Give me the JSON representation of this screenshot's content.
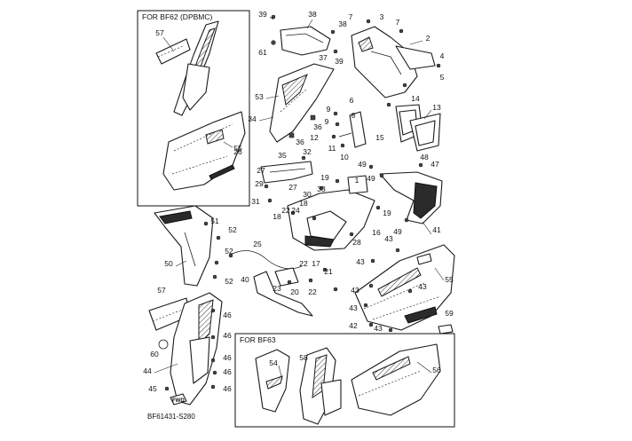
{
  "boxes": {
    "bf62_title": "FOR BF62 (DPBMC)",
    "bf63_title": "FOR BF63"
  },
  "drawing_code": "BF61431-S280",
  "fwd_label": "FWD",
  "callouts": {
    "n1": "1",
    "n2": "2",
    "n3": "3",
    "n4": "4",
    "n5": "5",
    "n6": "6",
    "n7a": "7",
    "n7b": "7",
    "n8": "8",
    "n9a": "9",
    "n9b": "9",
    "n10": "10",
    "n11": "11",
    "n12": "12",
    "n13": "13",
    "n14": "14",
    "n15": "15",
    "n16": "16",
    "n17": "17",
    "n18": "18",
    "n19a": "19",
    "n19b": "19",
    "n20": "20",
    "n21": "21",
    "n22a": "22",
    "n22b": "22",
    "n22c": "22",
    "n23": "23",
    "n24": "24",
    "n25": "25",
    "n26": "26",
    "n27a": "27",
    "n27b": "27",
    "n28": "28",
    "n29": "29",
    "n30": "30",
    "n31": "31",
    "n32": "32",
    "n33": "33",
    "n34": "34",
    "n35": "35",
    "n36a": "36",
    "n36b": "36",
    "n37": "37",
    "n38a": "38",
    "n38b": "38",
    "n39a": "39",
    "n39b": "39",
    "n40": "40",
    "n41": "41",
    "n42": "42",
    "n43a": "43",
    "n43b": "43",
    "n43c": "43",
    "n43d": "43",
    "n43e": "43",
    "n43f": "43",
    "n44": "44",
    "n45": "45",
    "n46a": "46",
    "n46b": "46",
    "n46c": "46",
    "n46d": "46",
    "n46e": "46",
    "n47": "47",
    "n48": "48",
    "n49a": "49",
    "n49b": "49",
    "n49c": "49",
    "n50": "50",
    "n51": "51",
    "n52a": "52",
    "n52b": "52",
    "n52c": "52",
    "n53": "53",
    "n54": "54",
    "n55a": "55",
    "n55b": "55",
    "n56": "56",
    "n57a": "57",
    "n57b": "57",
    "n58": "58",
    "n59": "59",
    "n60": "60",
    "n61": "61"
  }
}
